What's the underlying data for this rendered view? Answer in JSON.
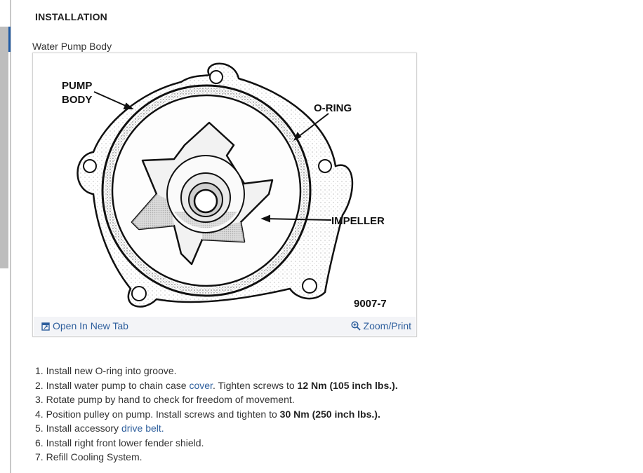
{
  "page": {
    "section_title": "INSTALLATION",
    "figure_caption": "Water Pump Body"
  },
  "figure": {
    "labels": {
      "pump_body_line1": "PUMP",
      "pump_body_line2": "BODY",
      "o_ring": "O-RING",
      "impeller": "IMPELLER",
      "figure_number": "9007-7"
    },
    "open_new_tab": "Open In New Tab",
    "zoom_print": "Zoom/Print"
  },
  "steps": [
    {
      "num": "1.",
      "text": "Install new O-ring into groove."
    },
    {
      "num": "2.",
      "pre": "Install water pump to chain case",
      "link": "cover",
      "mid": ". Tighten screws to",
      "bold": "12 Nm (105 inch lbs.)",
      "post": "."
    },
    {
      "num": "3.",
      "text": "Rotate pump by hand to check for freedom of movement."
    },
    {
      "num": "4.",
      "pre": "Position pulley on pump. Install screws and tighten to",
      "bold": "30 Nm (250 inch lbs.)",
      "post": "."
    },
    {
      "num": "5.",
      "pre": "Install accessory",
      "link": "drive belt",
      "post": "."
    },
    {
      "num": "6.",
      "text": "Install right front lower fender shield."
    },
    {
      "num": "7.",
      "text": "Refill Cooling System."
    }
  ],
  "colors": {
    "link": "#2d5e9c",
    "footer_bg": "#f3f4f7",
    "scrollbar_accent": "#1f5ba6"
  },
  "icons": {
    "open_new_tab": "external-window-icon",
    "zoom_print": "zoom-in-icon"
  }
}
